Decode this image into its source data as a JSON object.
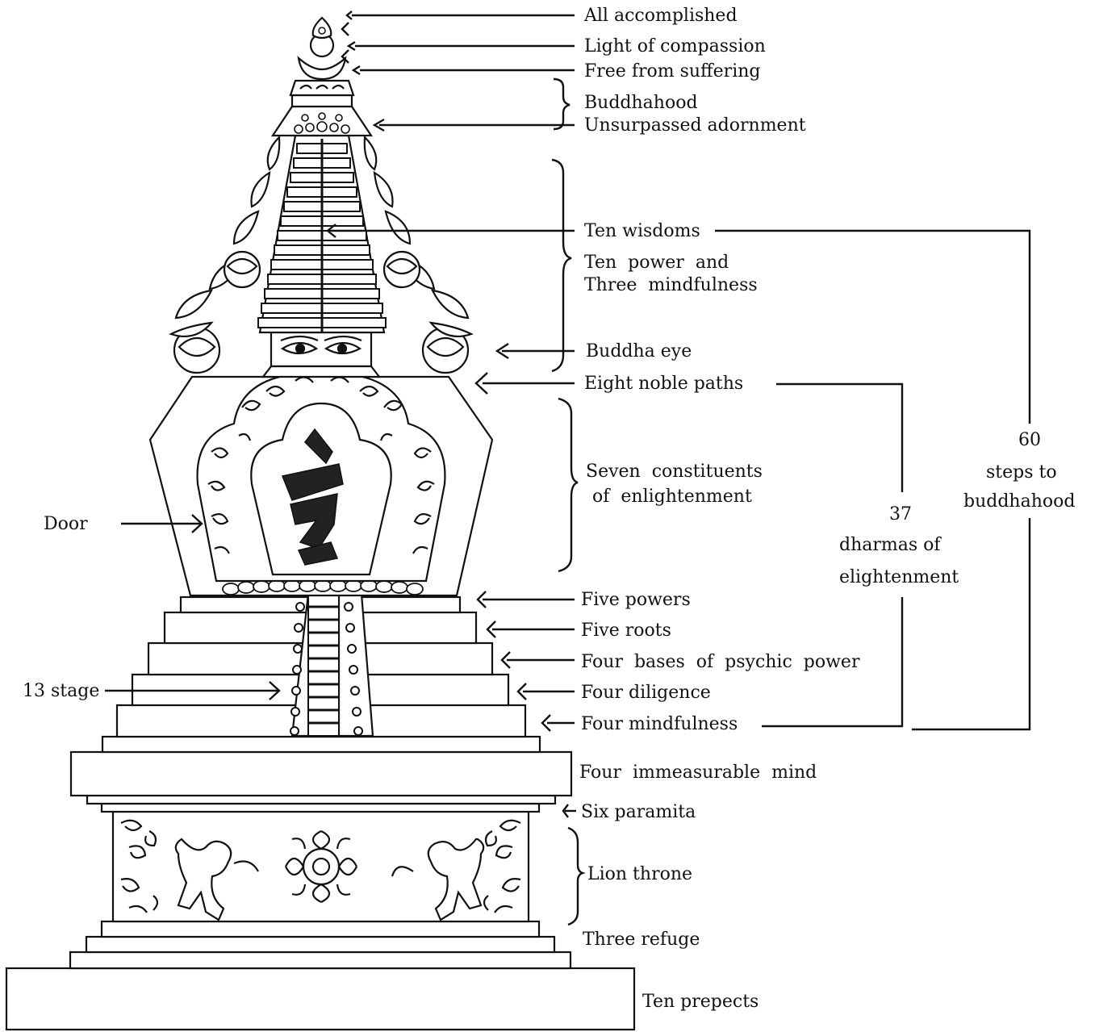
{
  "labels": {
    "all_accomplished": "All accomplished",
    "light_of_compassion": "Light of compassion",
    "free_from_suffering": "Free from suffering",
    "buddhahood": "Buddhahood",
    "unsurpassed_adornment": "Unsurpassed adornment",
    "ten_wisdoms": "Ten wisdoms",
    "ten_power_line1": "Ten  power  and",
    "ten_power_line2": "Three  mindfulness",
    "buddha_eye": "Buddha eye",
    "eight_noble_paths": "Eight noble paths",
    "seven_line1": "Seven  constituents",
    "seven_line2": "of  enlightenment",
    "door": "Door",
    "five_powers": "Five powers",
    "five_roots": "Five roots",
    "four_bases": "Four  bases  of  psychic  power",
    "thirteen_stage": "13 stage",
    "four_diligence": "Four diligence",
    "four_mindfulness": "Four mindfulness",
    "four_immeasurable": "Four  immeasurable  mind",
    "six_paramita": "Six paramita",
    "lion_throne": "Lion throne",
    "three_refuge": "Three refuge",
    "ten_prepects": "Ten prepects",
    "group37_num": "37",
    "group37_line1": "dharmas of",
    "group37_line2": "elightenment",
    "group60_num": "60",
    "group60_line1": "steps to",
    "group60_line2": "buddhahood"
  },
  "colors": {
    "ink": "#111111",
    "paper": "#ffffff"
  }
}
